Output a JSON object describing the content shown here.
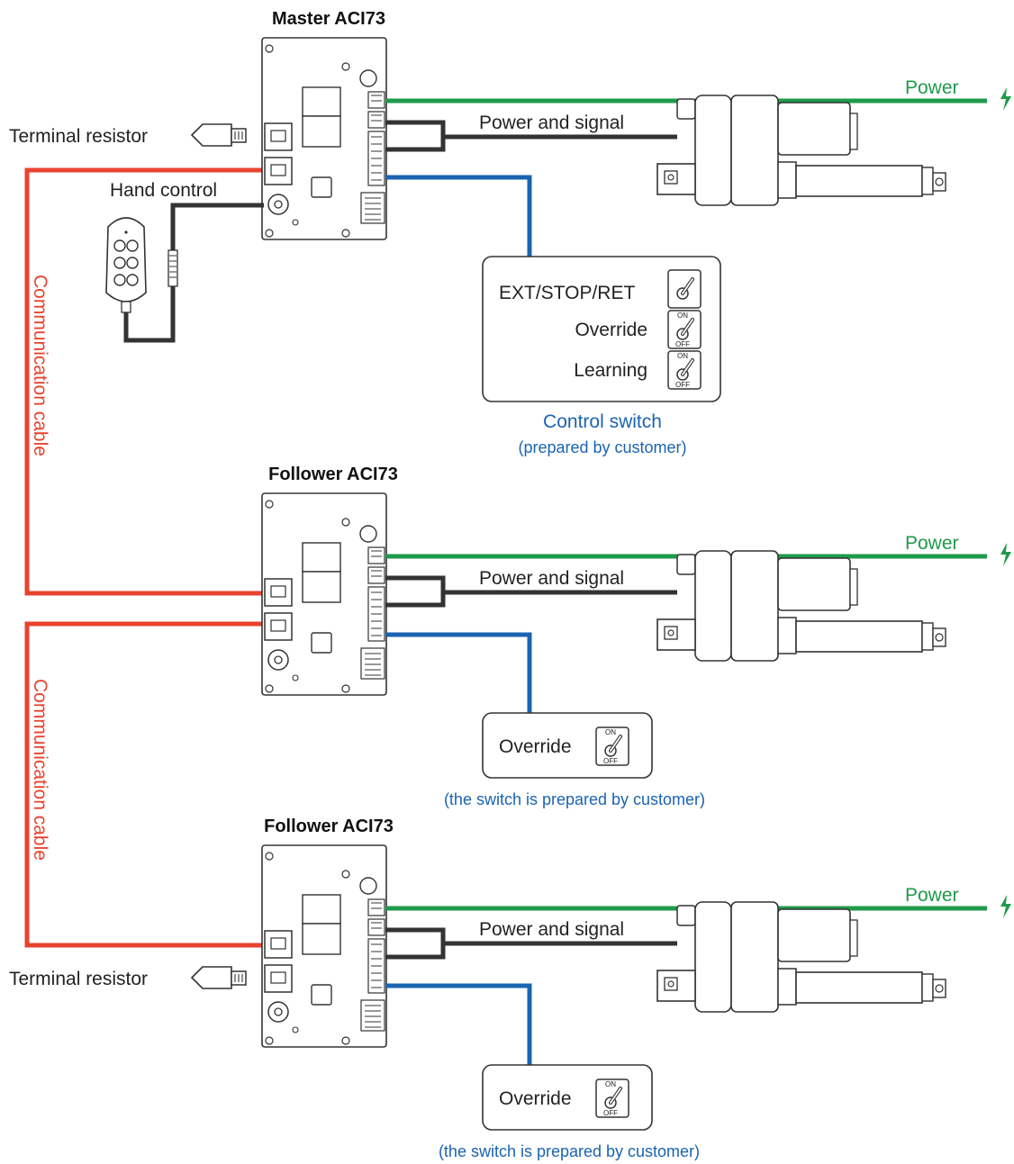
{
  "boards": {
    "master_title": "Master ACI73",
    "follower1_title": "Follower ACI73",
    "follower2_title": "Follower ACI73"
  },
  "labels": {
    "terminal_resistor_top": "Terminal resistor",
    "terminal_resistor_bottom": "Terminal resistor",
    "hand_control": "Hand control",
    "power_1": "Power",
    "power_2": "Power",
    "power_3": "Power",
    "power_signal_1": "Power and signal",
    "power_signal_2": "Power and signal",
    "power_signal_3": "Power and signal",
    "comm_cable_1": "Communication cable",
    "comm_cable_2": "Communication cable"
  },
  "master_switch": {
    "ext_stop_ret": "EXT/STOP/RET",
    "override": "Override",
    "learning": "Learning",
    "on": "ON",
    "off": "OFF",
    "caption": "Control switch",
    "subcaption": "(prepared by customer)"
  },
  "follower_switch_1": {
    "override": "Override",
    "on": "ON",
    "off": "OFF",
    "caption": "(the switch is prepared by customer)"
  },
  "follower_switch_2": {
    "override": "Override",
    "on": "ON",
    "off": "OFF",
    "caption": "(the switch is prepared by customer)"
  },
  "colors": {
    "power": "#1f9a4a",
    "signal": "#333333",
    "control": "#1a64b0",
    "communication": "#e8432f"
  },
  "icons": {
    "power": "lightning-bolt-icon",
    "toggle": "toggle-switch-icon",
    "terminal": "rj-plug-icon"
  }
}
